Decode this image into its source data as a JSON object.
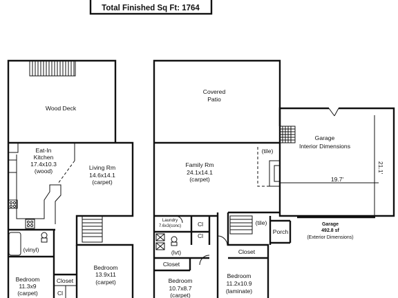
{
  "header": {
    "total_sqft": "Total Finished Sq Ft:  1764"
  },
  "left_plan": {
    "wood_deck": "Wood Deck",
    "kitchen": {
      "name_1": "Eat-In",
      "name_2": "Kitchen",
      "dims": "17.4x10.3",
      "floor": "(wood)"
    },
    "living": {
      "name": "Living Rm",
      "dims": "14.6x14.1",
      "floor": "(carpet)"
    },
    "vinyl": "(vinyl)",
    "closet": "Closet",
    "closet_abbr": "Cl",
    "bedroom_a": {
      "name": "Bedroom",
      "dims": "11.3x9",
      "floor": "(carpet)"
    },
    "bedroom_b": {
      "name": "Bedroom",
      "dims": "13.9x11",
      "floor": "(carpet)"
    }
  },
  "right_plan": {
    "covered_patio": {
      "line_1": "Covered",
      "line_2": "Patio"
    },
    "family": {
      "name": "Family Rm",
      "dims": "24.1x14.1",
      "floor": "(carpet)"
    },
    "tile_family": "(tile)",
    "garage_interior": {
      "line_1": "Garage",
      "line_2": "Interior Dimensions",
      "depth": "21.1'",
      "width": "19.7'"
    },
    "garage_ext": {
      "title": "Garage",
      "sqft": "492.8 sf",
      "note": "(Exterior Dimensions)"
    },
    "laundry": {
      "name": "Laundry",
      "dims": "7.6x3(conc)"
    },
    "cl_1": "Cl",
    "cl_2": "Cl",
    "lvt": "(lvt)",
    "closet_a": "Closet",
    "closet_b": "Closet",
    "tile_porch": "(tile)",
    "porch": "Porch",
    "bedroom_c": {
      "name": "Bedroom",
      "dims": "10.7x8.7",
      "floor": "(carpet)"
    },
    "bedroom_d": {
      "name": "Bedroom",
      "dims": "11.2x10.9",
      "floor": "(laminate)"
    }
  }
}
